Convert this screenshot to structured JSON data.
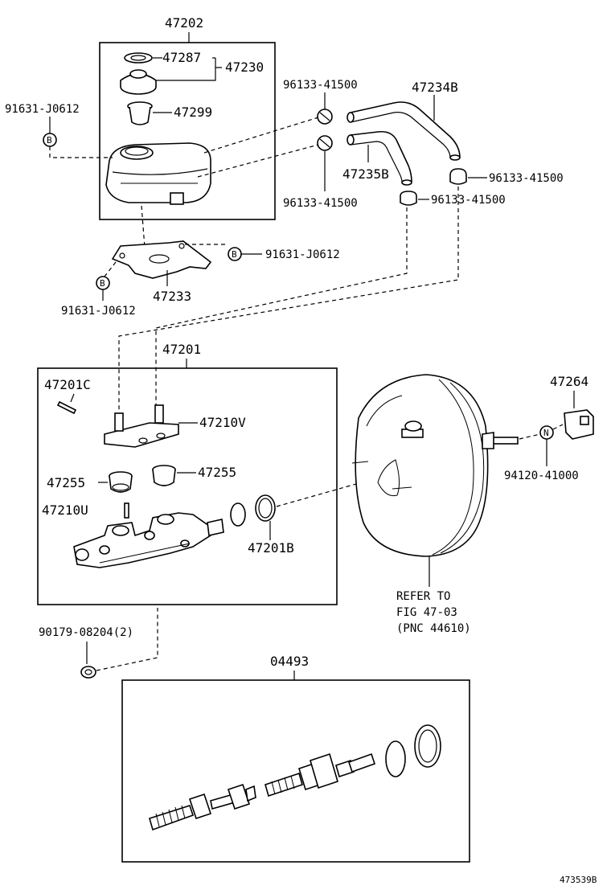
{
  "labels": {
    "reservoir_assy": "47202",
    "cap_gasket": "47287",
    "cap_assy": "47230",
    "strainer": "47299",
    "screw_left": "91631-J0612",
    "clip_upper_1": "96133-41500",
    "hose_upper": "47234B",
    "hose_lower": "47235B",
    "clip_lower_left": "96133-41500",
    "clip_right_1": "96133-41500",
    "clip_right_2": "96133-41500",
    "bracket_screw_right": "91631-J0612",
    "bracket": "47233",
    "bracket_screw_left": "91631-J0612",
    "master_cyl_assy": "47201",
    "pin": "47201C",
    "grommet_body": "47210V",
    "grommet_a": "47255",
    "grommet_b": "47255",
    "small_pin": "47210U",
    "o_ring": "47201B",
    "switch": "47264",
    "nut": "94120-41000",
    "refer_line1": "REFER TO",
    "refer_line2": "FIG 47-03",
    "refer_line3": "(PNC 44610)",
    "bolt": "90179-08204(2)",
    "kit": "04493",
    "figure_id": "473539B"
  },
  "callouts": {
    "b": "B",
    "n": "N"
  }
}
